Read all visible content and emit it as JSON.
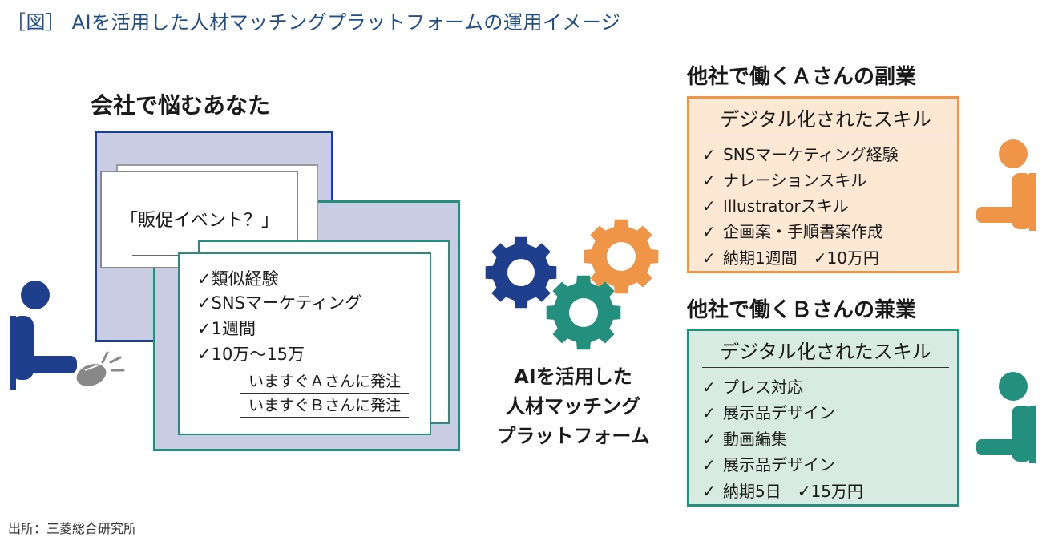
{
  "title": "［図］ AIを活用した人材マッチングプラットフォームの運用イメージ",
  "source": "出所：三菱総合研究所",
  "left": {
    "heading": "会社で悩むあなた",
    "question": "「販促イベント？」",
    "results": [
      "✓類似経験",
      "✓SNSマーケティング",
      "✓1週間",
      "✓10万〜15万"
    ],
    "orders": [
      "いますぐＡさんに発注",
      "いますぐＢさんに発注"
    ]
  },
  "platform": {
    "lines": [
      "AIを活用した",
      "人材マッチング",
      "プラットフォーム"
    ]
  },
  "person_a": {
    "heading": "他社で働くＡさんの副業",
    "box_title": "デジタル化されたスキル",
    "skills": [
      "SNSマーケティング経験",
      "ナレーションスキル",
      "Illustratorスキル",
      "企画案・手順書案作成",
      "納期1週間　✓10万円"
    ]
  },
  "person_b": {
    "heading": "他社で働くＢさんの兼業",
    "box_title": "デジタル化されたスキル",
    "skills": [
      "プレス対応",
      "展示品デザイン",
      "動画編集",
      "展示品デザイン",
      "納期5日　✓15万円"
    ]
  },
  "check_mark": "✓",
  "colors": {
    "navy": "#1f3f8c",
    "teal": "#22907d",
    "orange": "#ef9548",
    "lavender": "#c9cde4",
    "peach": "#fde8d3",
    "mint": "#d7ebe3",
    "title_blue": "#1f4e8c"
  },
  "icons": [
    "person-icon",
    "mouse-icon",
    "gear-icon"
  ]
}
